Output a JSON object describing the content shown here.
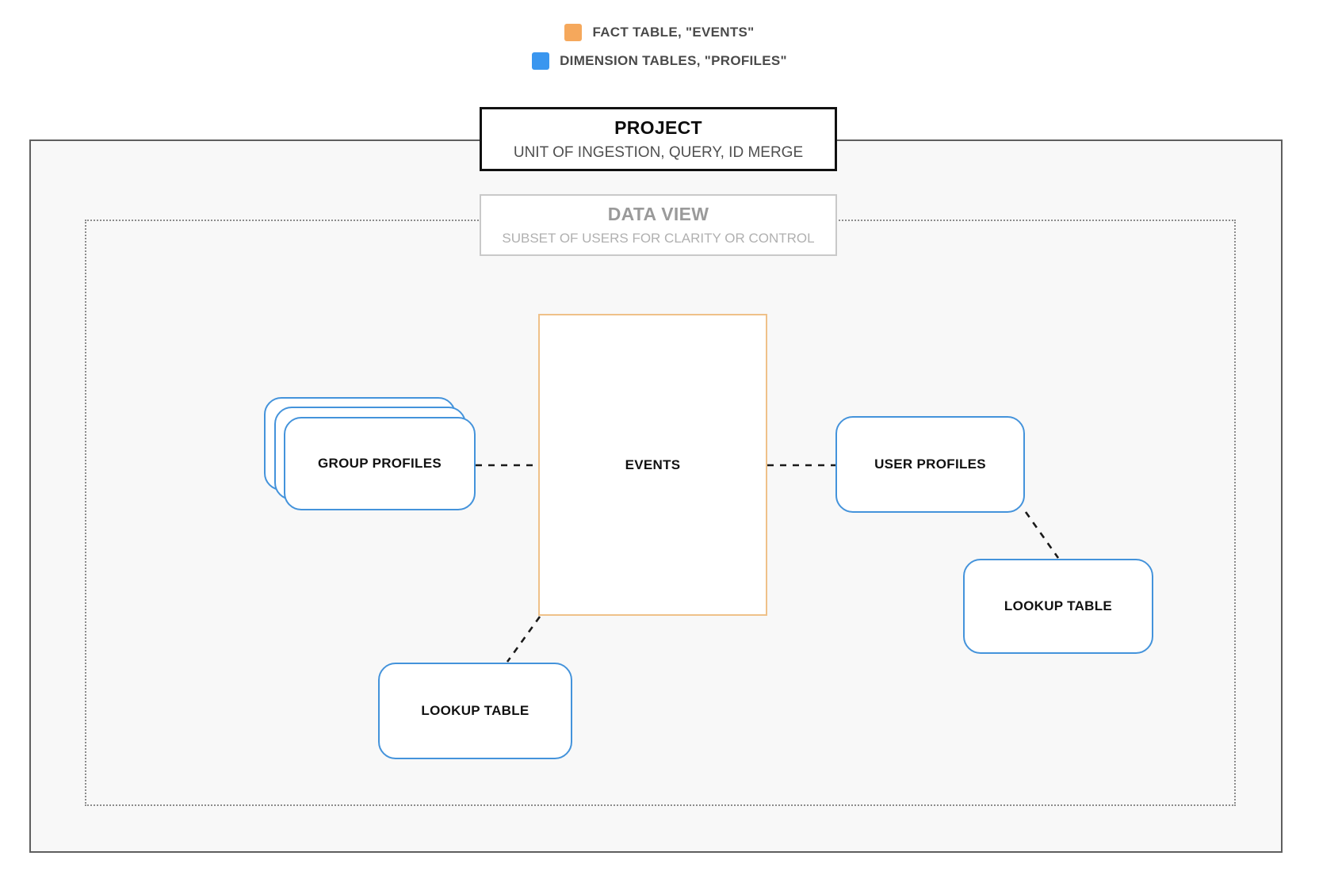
{
  "legend": {
    "items": [
      {
        "name": "fact-table",
        "label": "FACT TABLE, \"EVENTS\"",
        "color": "#f5a85c"
      },
      {
        "name": "dimension-tables",
        "label": "DIMENSION TABLES, \"PROFILES\"",
        "color": "#3a96ef"
      }
    ]
  },
  "project": {
    "title": "PROJECT",
    "subtitle": "UNIT OF INGESTION, QUERY, ID MERGE"
  },
  "data_view": {
    "title": "DATA VIEW",
    "subtitle": "SUBSET OF USERS FOR CLARITY OR CONTROL"
  },
  "nodes": {
    "events": {
      "label": "EVENTS",
      "type": "fact",
      "border_color": "#efc189"
    },
    "group_profiles": {
      "label": "GROUP PROFILES",
      "type": "dimension",
      "stacked": true,
      "border_color": "#4493db"
    },
    "user_profiles": {
      "label": "USER PROFILES",
      "type": "dimension",
      "border_color": "#4493db"
    },
    "lookup_table_bottom": {
      "label": "LOOKUP TABLE",
      "type": "dimension",
      "border_color": "#4493db"
    },
    "lookup_table_right": {
      "label": "LOOKUP TABLE",
      "type": "dimension",
      "border_color": "#4493db"
    }
  },
  "connections": [
    {
      "from": "group_profiles",
      "to": "events",
      "style": "dashed"
    },
    {
      "from": "events",
      "to": "user_profiles",
      "style": "dashed"
    },
    {
      "from": "user_profiles",
      "to": "lookup_table_right",
      "style": "dashed"
    },
    {
      "from": "events",
      "to": "lookup_table_bottom",
      "style": "dashed"
    }
  ],
  "colors": {
    "container_border": "#5f5f5f",
    "dataview_border": "#8c8c8c",
    "container_bg": "#f8f8f8",
    "connector": "#1a1a1a"
  }
}
